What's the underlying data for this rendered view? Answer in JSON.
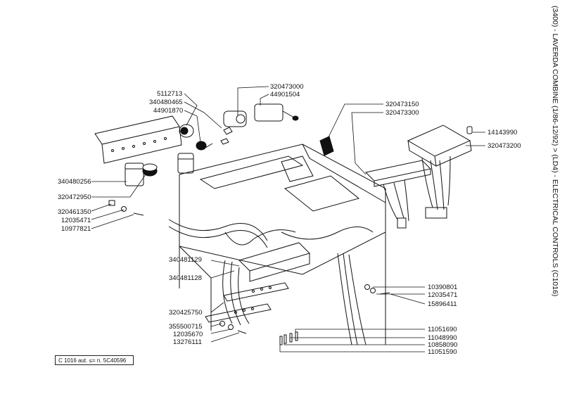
{
  "title": "(3400) - LAVERDA COMBINE (1/86-12/92) > (LD4) - ELECTRICAL CONTROLS (C1016)",
  "footer": "C 1016  aut.  ≤= n. 5C40596",
  "labels": {
    "p5112713": "5112713",
    "p340480465": "340480465",
    "p44901870": "44901870",
    "p320473000": "320473000",
    "p44901504": "44901504",
    "p320473150": "320473150",
    "p320473300": "320473300",
    "p14143990": "14143990",
    "p320473200": "320473200",
    "p340480256": "340480256",
    "p320472950": "320472950",
    "p320461350": "320461350",
    "p12035471a": "12035471",
    "p10977821": "10977821",
    "p340481129": "340481129",
    "p340481128": "340481128",
    "p320425750": "320425750",
    "p355500715": "355500715",
    "p12035670": "12035670",
    "p13276111": "13276111",
    "p10390801": "10390801",
    "p12035471b": "12035471",
    "p15896411": "15896411",
    "p11051690": "11051690",
    "p11048990": "11048990",
    "p10858090": "10858090",
    "p11051590": "11051590"
  }
}
